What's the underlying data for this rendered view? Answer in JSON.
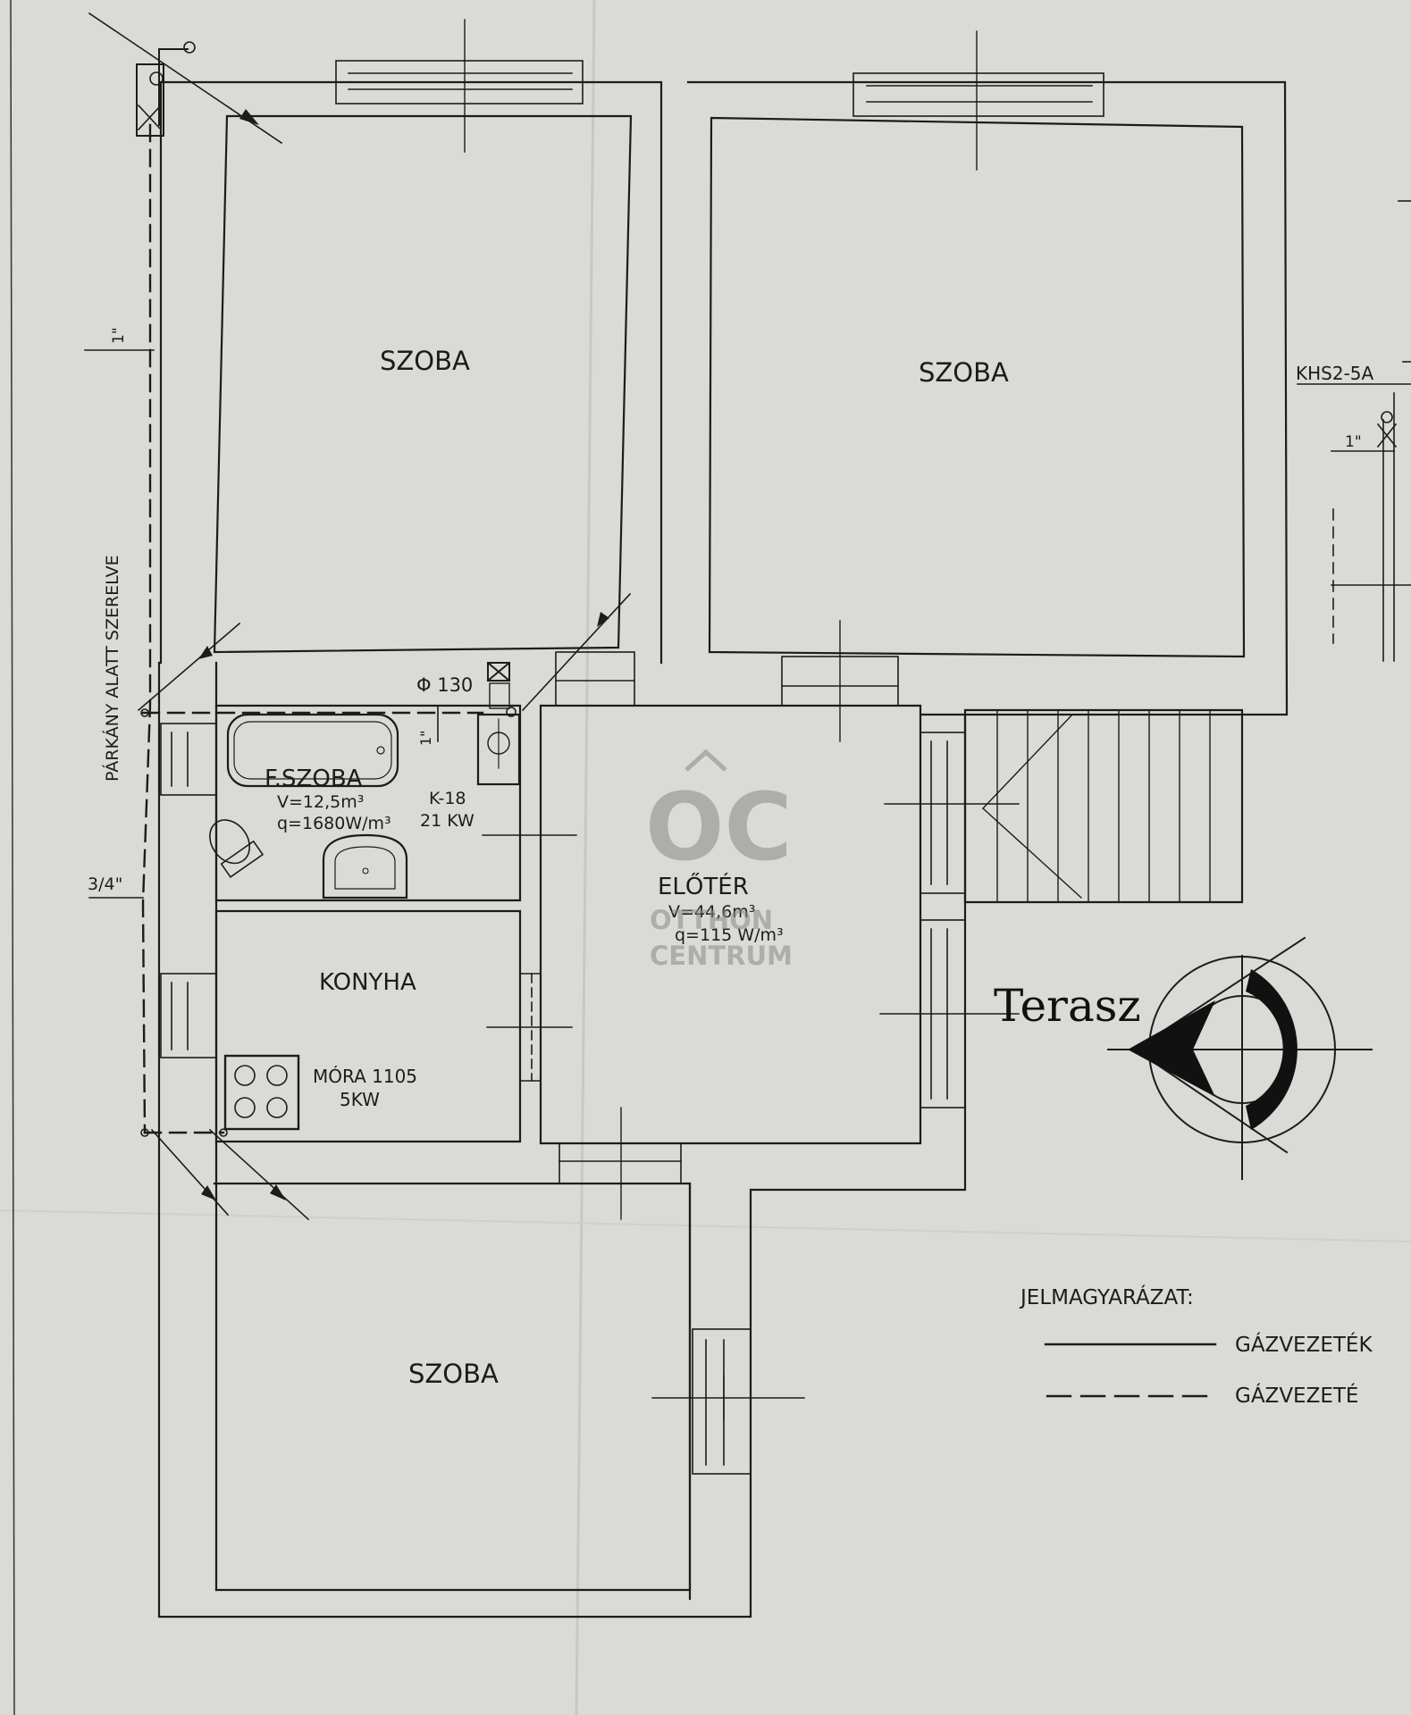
{
  "rooms": {
    "szoba_top_left": "SZOBA",
    "szoba_top_right": "SZOBA",
    "szoba_bottom": "SZOBA",
    "furdo": "F.SZOBA",
    "furdo_volume": "V=12,5m³",
    "furdo_heat": "q=1680W/m³",
    "konyha": "KONYHA",
    "eloter": "ELŐTÉR",
    "eloter_volume": "V=44,6m³",
    "eloter_heat": "q=115 W/m³",
    "terasz": "Terasz"
  },
  "equipment": {
    "boiler_model": "K-18",
    "boiler_power": "21 KW",
    "stove_model": "MÓRA 1105",
    "stove_power": "5KW",
    "flue_diameter": "Φ 130",
    "right_device": "KHS2-5A"
  },
  "annotations": {
    "pipe_note": "PÁRKÁNY ALATT SZERELVE",
    "pipe_size_1": "1\"",
    "pipe_size_2": "3/4\"",
    "pipe_size_3": "1\"",
    "pipe_size_4": "1\""
  },
  "legend": {
    "title": "JELMAGYARÁZAT:",
    "solid_label": "GÁZVEZETÉK",
    "dashed_label": "GÁZVEZETÉ"
  },
  "watermark": {
    "logo": "OC",
    "line1": "OTTHON",
    "line2": "CENTRUM"
  },
  "colors": {
    "paper": "#dadbd6",
    "ink": "#1c1c1c"
  }
}
